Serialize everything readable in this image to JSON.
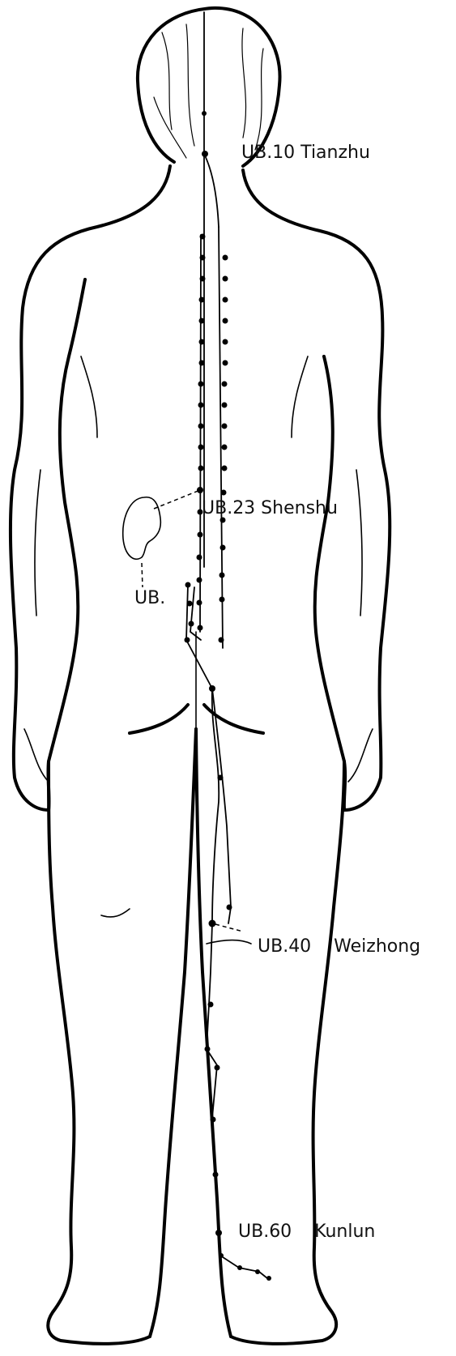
{
  "labels": {
    "ub10": "UB.10 Tianzhu",
    "ub23": "UB.23 Shenshu",
    "ub": "UB.",
    "ub40": "UB.40    Weizhong",
    "ub60": "UB.60    Kunlun"
  },
  "colors": {
    "ink": "#000000",
    "paper": "#ffffff"
  }
}
